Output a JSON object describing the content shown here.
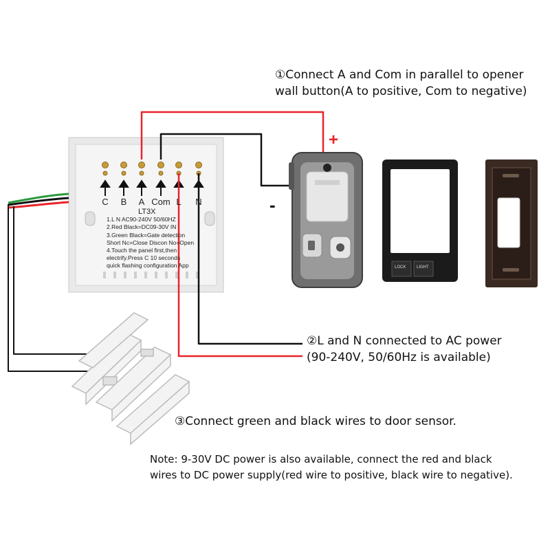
{
  "annotations": {
    "step1_line1": "①Connect A and Com in parallel to opener",
    "step1_line2": "wall button(A to positive, Com to negative)",
    "step2_line1": "②L and N connected to AC power",
    "step2_line2": "(90-240V, 50/60Hz is available)",
    "step3": "③Connect green and black wires to door sensor.",
    "note_line1": "Note: 9-30V DC power is also available, connect the red and black",
    "note_line2": "wires to DC power supply(red wire to positive, black wire to negative)."
  },
  "signs": {
    "positive": "+",
    "negative": "-"
  },
  "module": {
    "terminals": [
      "C",
      "B",
      "A",
      "Com",
      "L",
      "N"
    ],
    "model": "LT3X",
    "spec_lines": [
      "1.L N AC90-240V 50/60HZ",
      "2.Red Black=DC09-30V IN",
      "3.Green Black=Gate detection",
      "Short Nc=Close    Discon No=Open",
      "4.Touch the panel first,then",
      "electrify.Press C 10 seconds",
      "quick flashing configuration App"
    ]
  },
  "wall_button": {
    "lock_label": "LOCK",
    "light_label": "LIGHT"
  },
  "colors": {
    "red_wire": "#e8242a",
    "black_wire": "#111111",
    "green_wire": "#2a9a3c",
    "module": "#f1f1f1"
  }
}
